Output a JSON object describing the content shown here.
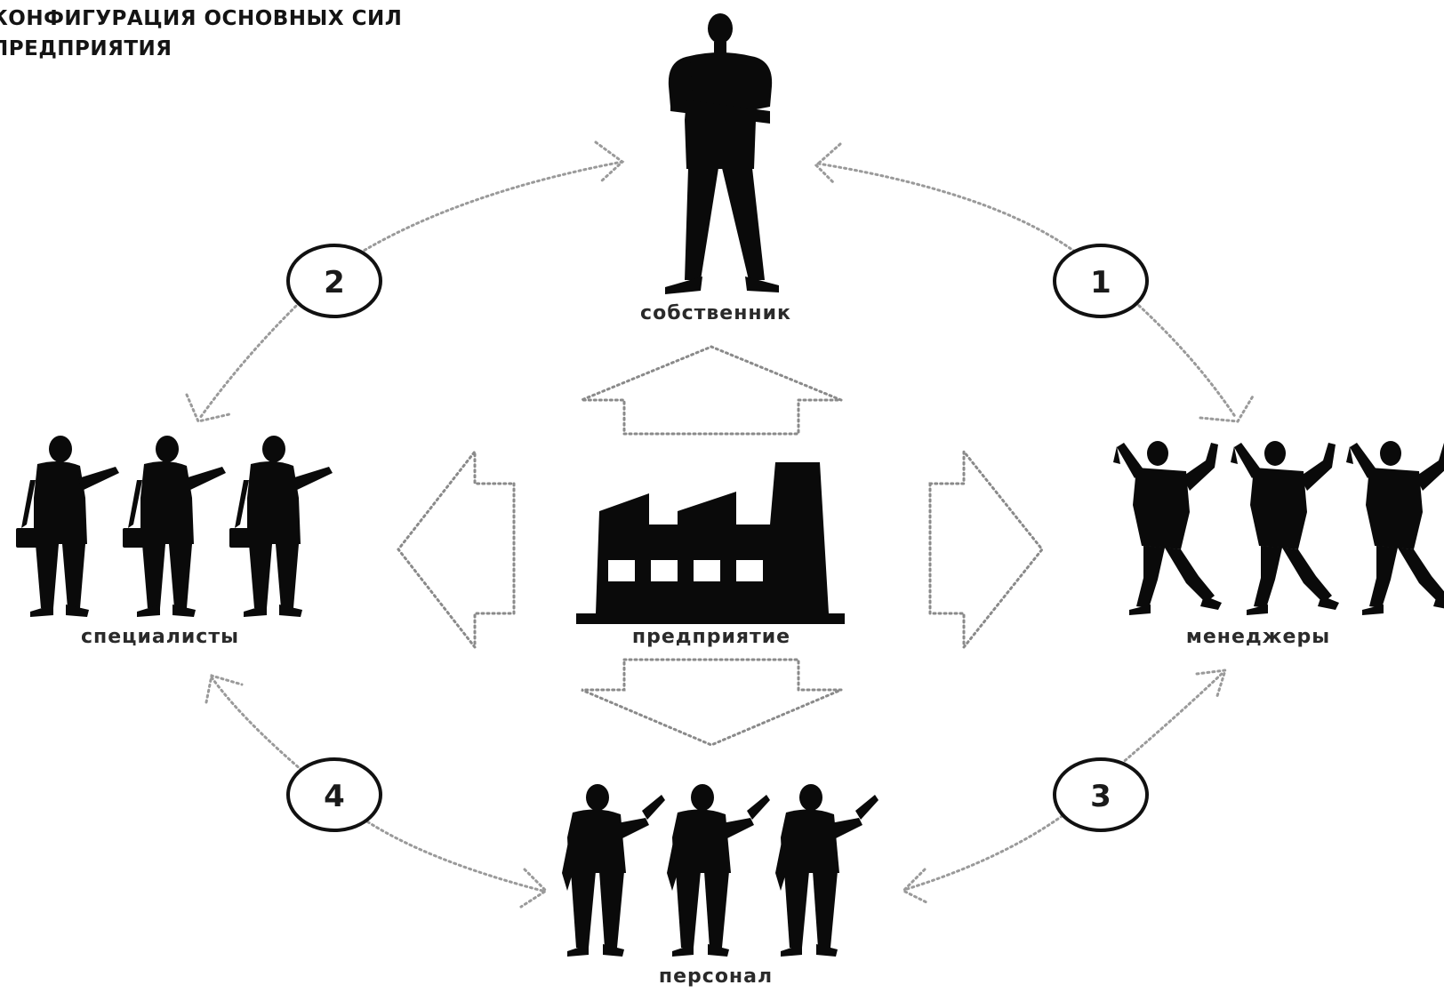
{
  "title": {
    "line1": "КОНФИГУРАЦИЯ ОСНОВНЫХ СИЛ",
    "line2": "ПРЕДПРИЯТИЯ"
  },
  "nodes": {
    "owner": "собственник",
    "managers": "менеджеры",
    "specialists": "специалисты",
    "staff": "персонал",
    "enterprise": "предприятие"
  },
  "steps": [
    "1",
    "2",
    "3",
    "4"
  ],
  "colors": {
    "silhouette": "#0a0a0a",
    "arrow": "#9a9a9a",
    "circle": "#111111"
  },
  "icons": [
    "owner-silhouette-icon",
    "manager-silhouette-icon",
    "specialist-silhouette-icon",
    "staff-silhouette-icon",
    "factory-icon"
  ]
}
